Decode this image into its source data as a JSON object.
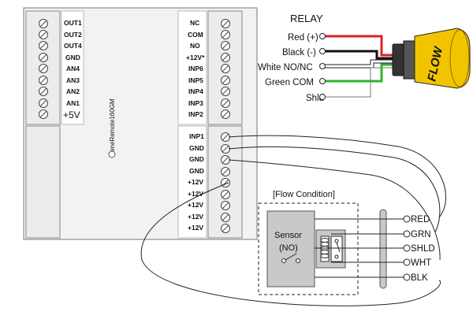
{
  "controller": {
    "model_label": "BieneRemote160GM",
    "left_labels": [
      "OUT1",
      "OUT2",
      "OUT4",
      "GND",
      "AN4",
      "AN3",
      "AN2",
      "AN1"
    ],
    "left_power": "+5V",
    "right_upper_labels": [
      "NC",
      "COM",
      "NO",
      "+12V*",
      "INP6",
      "INP5",
      "INP4",
      "INP3",
      "INP2"
    ],
    "right_lower_labels": [
      "INP1",
      "GND",
      "GND",
      "GND",
      "+12V",
      "+12V",
      "+12V",
      "+12V",
      "+12V"
    ]
  },
  "relay": {
    "title": "RELAY",
    "leads": [
      "Red (+)",
      "Black (-)",
      "White NO/NC",
      "Green COM",
      "Shld"
    ],
    "lead_colors": [
      "#e02020",
      "#111111",
      "#ffffff",
      "#2bb52b",
      "#999999"
    ],
    "body_color": "#f2c400",
    "body_text": "FLOW"
  },
  "flow": {
    "title": "[Flow Condition]",
    "sensor_label": "Sensor",
    "sensor_sub": "(NO)",
    "terminals": [
      "RED",
      "GRN",
      "SHLD",
      "WHT",
      "BLK"
    ]
  }
}
